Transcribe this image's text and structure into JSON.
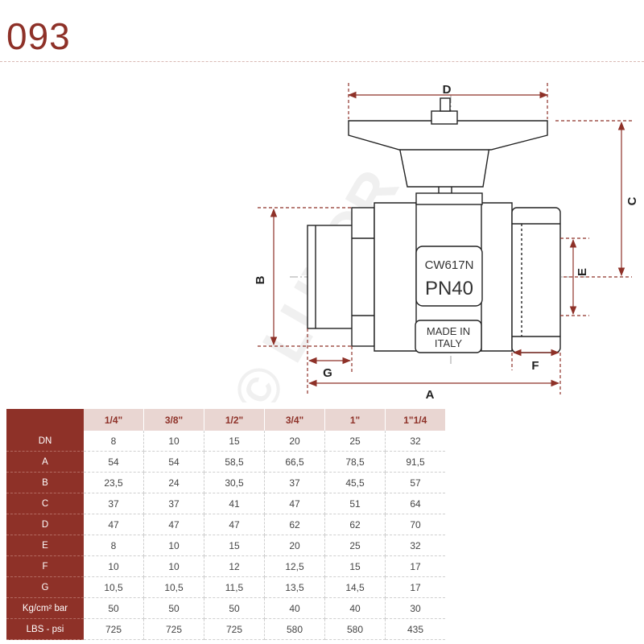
{
  "header": {
    "model": "093"
  },
  "drawing": {
    "body_texts": [
      "CW617N",
      "PN40"
    ],
    "stamp_lines": [
      "MADE IN",
      "ITALY"
    ],
    "watermark": "© LUXOR",
    "dimension_labels": {
      "A": "A",
      "B": "B",
      "C": "C",
      "D": "D",
      "E": "E",
      "F": "F",
      "G": "G"
    },
    "colors": {
      "dimension": "#8e3128",
      "outline": "#222222"
    }
  },
  "table": {
    "sizes": [
      "1/4\"",
      "3/8\"",
      "1/2\"",
      "3/4\"",
      "1\"",
      "1\"1/4"
    ],
    "rows": [
      {
        "label": "DN",
        "values": [
          "8",
          "10",
          "15",
          "20",
          "25",
          "32"
        ]
      },
      {
        "label": "A",
        "values": [
          "54",
          "54",
          "58,5",
          "66,5",
          "78,5",
          "91,5"
        ]
      },
      {
        "label": "B",
        "values": [
          "23,5",
          "24",
          "30,5",
          "37",
          "45,5",
          "57"
        ]
      },
      {
        "label": "C",
        "values": [
          "37",
          "37",
          "41",
          "47",
          "51",
          "64"
        ]
      },
      {
        "label": "D",
        "values": [
          "47",
          "47",
          "47",
          "62",
          "62",
          "70"
        ]
      },
      {
        "label": "E",
        "values": [
          "8",
          "10",
          "15",
          "20",
          "25",
          "32"
        ]
      },
      {
        "label": "F",
        "values": [
          "10",
          "10",
          "12",
          "12,5",
          "15",
          "17"
        ]
      },
      {
        "label": "G",
        "values": [
          "10,5",
          "10,5",
          "11,5",
          "13,5",
          "14,5",
          "17"
        ]
      },
      {
        "label": "Kg/cm² bar",
        "values": [
          "50",
          "50",
          "50",
          "40",
          "40",
          "30"
        ]
      },
      {
        "label": "LBS - psi",
        "values": [
          "725",
          "725",
          "725",
          "580",
          "580",
          "435"
        ]
      }
    ],
    "colors": {
      "header_bg": "#8e3128",
      "size_row_bg": "#e9d6d2",
      "size_text": "#8e3128"
    }
  }
}
